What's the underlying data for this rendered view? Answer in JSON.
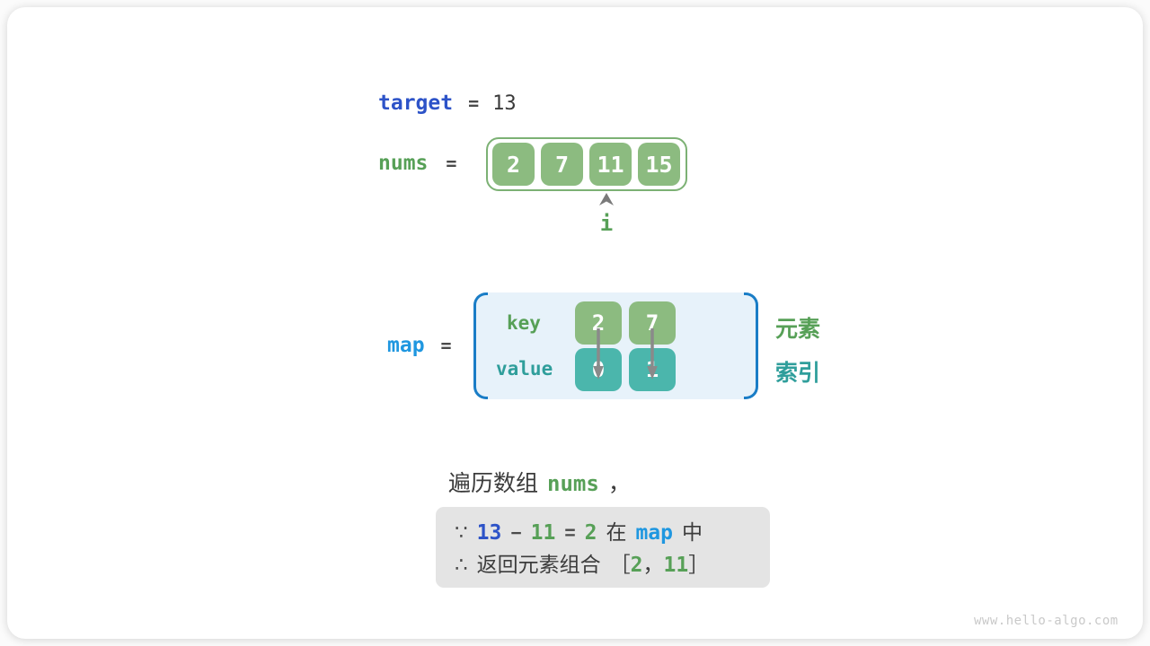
{
  "target_row": {
    "label": "target",
    "equals": "=",
    "value": "13"
  },
  "nums_row": {
    "label": "nums",
    "equals": "=",
    "cells": [
      "2",
      "7",
      "11",
      "15"
    ],
    "pointer_label": "i"
  },
  "map_section": {
    "label": "map",
    "equals": "=",
    "key_label": "key",
    "value_label": "value",
    "keys": [
      "2",
      "7"
    ],
    "values": [
      "0",
      "1"
    ],
    "element_label": "元素",
    "index_label": "索引"
  },
  "caption": {
    "prefix": "遍历数组",
    "code": "nums",
    "comma": "，"
  },
  "note": {
    "because": "∵",
    "minuend": "13",
    "minus": "−",
    "subtrahend": "11",
    "equals": "=",
    "difference": "2",
    "in_word": "在",
    "map_word": "map",
    "zhong": "中",
    "therefore": "∴",
    "return_text": "返回元素组合",
    "open_bracket": "［",
    "first": "2",
    "comma": "，",
    "second": "11",
    "close_bracket": "］"
  },
  "watermark": "www.hello-algo.com",
  "colors": {
    "royal_blue": "#2d53c8",
    "bright_blue": "#1f97e0",
    "bracket_blue": "#1a7dc6",
    "green_text": "#57a057",
    "green_cell": "#8cbb80",
    "green_border": "#7cb174",
    "teal_text": "#2f9e9b",
    "teal_cell": "#4bb6ac",
    "dark_text": "#3c3c3c",
    "note_bg": "#e4e4e4",
    "map_bg": "#e7f2fa",
    "arrow_gray": "#7a7a7a"
  }
}
